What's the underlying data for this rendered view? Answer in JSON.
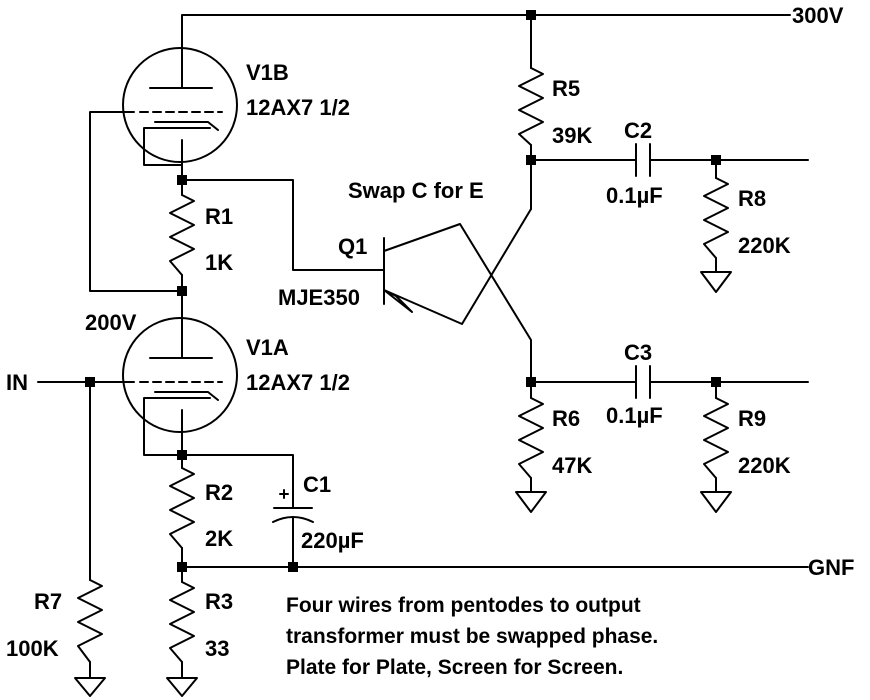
{
  "rails": {
    "supply": "300V",
    "mid": "200V",
    "input": "IN",
    "ground_feedback": "GNF"
  },
  "tubes": {
    "v1b": {
      "ref": "V1B",
      "type": "12AX7 1/2"
    },
    "v1a": {
      "ref": "V1A",
      "type": "12AX7 1/2"
    }
  },
  "resistors": {
    "r1": {
      "ref": "R1",
      "value": "1K"
    },
    "r2": {
      "ref": "R2",
      "value": "2K"
    },
    "r3": {
      "ref": "R3",
      "value": "33"
    },
    "r5": {
      "ref": "R5",
      "value": "39K"
    },
    "r6": {
      "ref": "R6",
      "value": "47K"
    },
    "r7": {
      "ref": "R7",
      "value": "100K"
    },
    "r8": {
      "ref": "R8",
      "value": "220K"
    },
    "r9": {
      "ref": "R9",
      "value": "220K"
    }
  },
  "capacitors": {
    "c1": {
      "ref": "C1",
      "value": "220µF"
    },
    "c2": {
      "ref": "C2",
      "value": "0.1µF"
    },
    "c3": {
      "ref": "C3",
      "value": "0.1µF"
    }
  },
  "transistor": {
    "ref": "Q1",
    "type": "MJE350",
    "annotation": "Swap C for E"
  },
  "note": [
    "Four wires from pentodes to output",
    "transformer must be swapped phase.",
    "Plate for Plate, Screen for Screen."
  ]
}
